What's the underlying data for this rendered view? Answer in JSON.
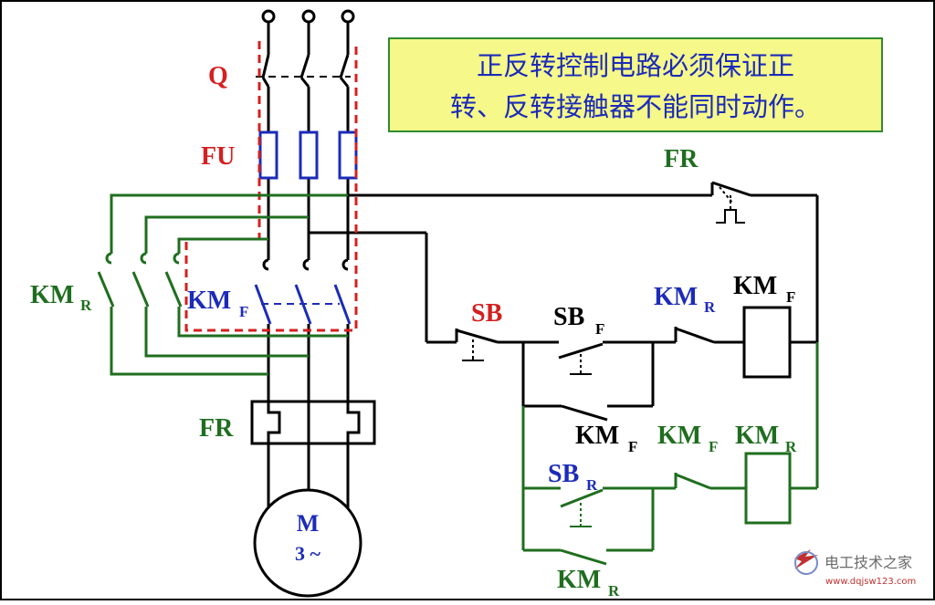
{
  "note": {
    "line1": "正反转控制电路必须保证正",
    "line2": "转、反转接触器不能同时动作。"
  },
  "labels": {
    "q": "Q",
    "fu": "FU",
    "km_r_main": "KM",
    "km_r_main_sub": "R",
    "km_f_main": "KM",
    "km_f_main_sub": "F",
    "fr_main": "FR",
    "fr_ctrl": "FR",
    "sb": "SB",
    "sb_f": "SB",
    "sb_f_sub": "F",
    "km_r_interlock": "KM",
    "km_r_interlock_sub": "R",
    "km_f_coil": "KM",
    "km_f_coil_sub": "F",
    "km_f_hold": "KM",
    "km_f_hold_sub": "F",
    "km_f_interlock": "KM",
    "km_f_interlock_sub": "F",
    "km_r_coil": "KM",
    "km_r_coil_sub": "R",
    "sb_r": "SB",
    "sb_r_sub": "R",
    "km_r_hold": "KM",
    "km_r_hold_sub": "R",
    "motor_m": "M",
    "motor_phase": "3 ~"
  },
  "watermark": {
    "title": "电工技术之家",
    "url": "www.dqjsw123.com"
  },
  "colors": {
    "black": "#000000",
    "red": "#d42020",
    "blue": "#1c2bb8",
    "green": "#1f6e1f",
    "note_bg": "#f6f88a",
    "note_border": "#2f8a2f"
  }
}
